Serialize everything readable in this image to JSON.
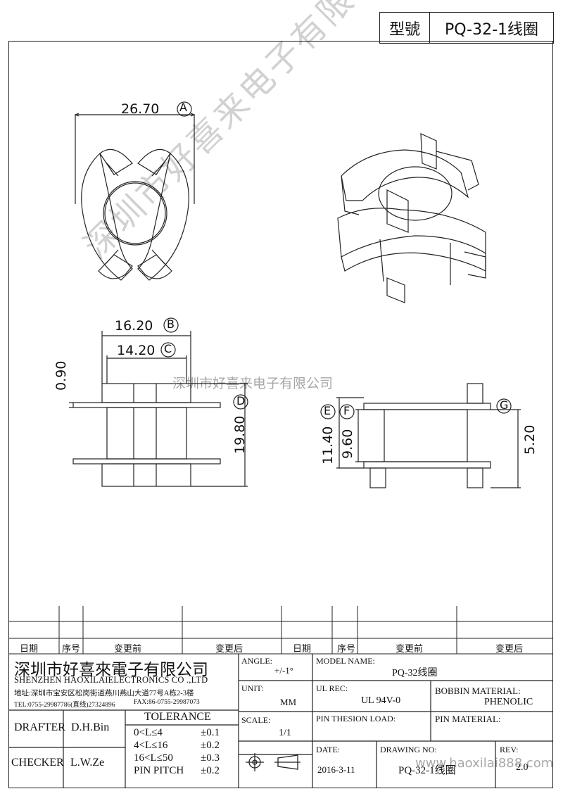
{
  "header": {
    "model_label": "型號",
    "model_value": "PQ-32-1线圈"
  },
  "dims": {
    "A": "26.70",
    "A_tag": "A",
    "B": "16.20",
    "B_tag": "B",
    "C": "14.20",
    "C_tag": "C",
    "flange": "0.90",
    "D": "19.80",
    "D_tag": "D",
    "E": "11.40",
    "E_tag": "E",
    "F": "9.60",
    "F_tag": "F",
    "G": "5.20",
    "G_tag": "G"
  },
  "watermark": {
    "big": "深圳市好喜来电子有限公司",
    "small": "深圳市好喜来电子有限公司"
  },
  "revision": {
    "date": "日期",
    "num": "序号",
    "before": "变更前",
    "after": "变更后"
  },
  "company": {
    "name_cn": "深圳市好喜來電子有限公司",
    "name_en": "SHENZHEN HAOXILAIELECTRONICS CO .,LTD",
    "address": "地址:深圳市宝安区松岗街道燕川燕山大道77号A栋2-3楼",
    "tel": "TEL:0755-29987786(直线)27324896",
    "fax": "FAX:86-0755-29987073"
  },
  "titleblock": {
    "angle_label": "ANGLE:",
    "angle_value": "+/-1°",
    "model_name_label": "MODEL NAME:",
    "model_name_value": "PQ-32线圈",
    "unit_label": "UNIT:",
    "unit_value": "MM",
    "ul_label": "UL REC:",
    "ul_value": "UL 94V-0",
    "bobbin_label": "BOBBIN MATERIAL:",
    "bobbin_value": "PHENOLIC",
    "scale_label": "SCALE:",
    "scale_value": "1/1",
    "pin_thesion_label": "PIN THESION LOAD:",
    "pin_material_label": "PIN MATERIAL:",
    "drafter_label": "DRAFTER",
    "drafter_value": "D.H.Bin",
    "checker_label": "CHECKER",
    "checker_value": "L.W.Ze",
    "tolerance_label": "TOLERANCE",
    "tol_rows": [
      {
        "range": "0<L≤4",
        "tol": "±0.1"
      },
      {
        "range": "4<L≤16",
        "tol": "±0.2"
      },
      {
        "range": "16<L≤50",
        "tol": "±0.3"
      },
      {
        "range": "PIN PITCH",
        "tol": "±0.2"
      }
    ],
    "date_label": "DATE:",
    "date_value": "2016-3-11",
    "drawing_no_label": "DRAWING NO:",
    "drawing_no_value": "PQ-32-1线圈",
    "rev_label": "REV:",
    "rev_value": "2.0",
    "site_watermark": "www.haoxilai888.com"
  }
}
